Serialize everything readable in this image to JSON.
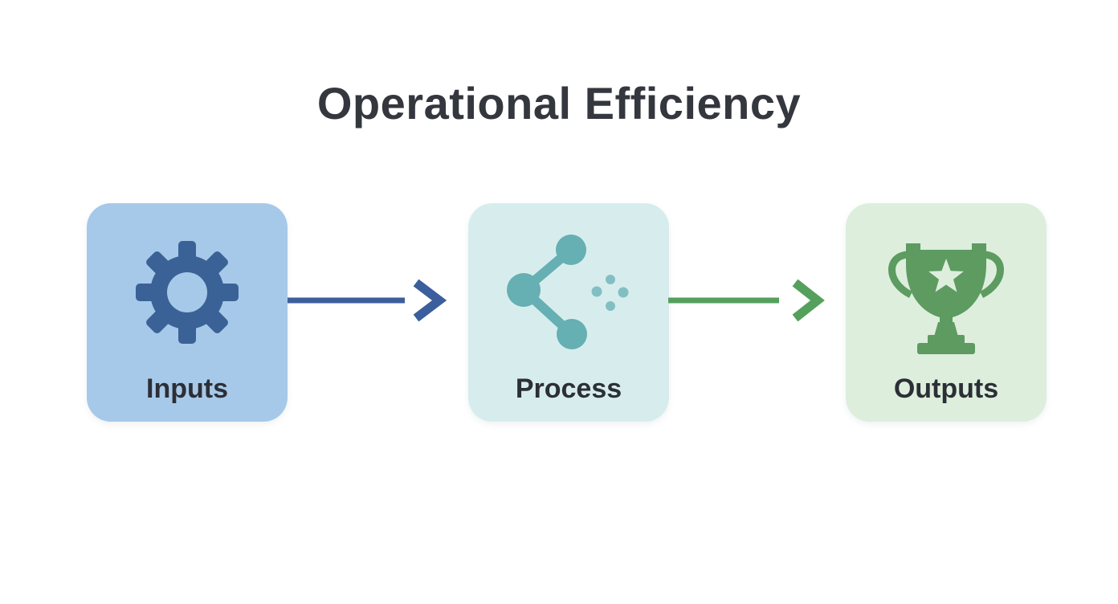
{
  "title": "Operational Efficiency",
  "colors": {
    "background": "#fdfdfc",
    "title_text": "#34373e",
    "label_text": "#2c2f36",
    "inputs_box_bg": "#a7c9e9",
    "inputs_icon": "#3b6297",
    "process_box_bg": "#d7eded",
    "process_icon": "#66afb3",
    "process_dots": "#82bfc3",
    "outputs_box_bg": "#ddeedd",
    "outputs_icon": "#5d9b61",
    "arrow_inputs_to_process": "#3b5e9d",
    "arrow_process_to_outputs": "#55a05c"
  },
  "diagram": {
    "nodes": [
      {
        "id": "inputs",
        "label": "Inputs",
        "icon": "gear-icon"
      },
      {
        "id": "process",
        "label": "Process",
        "icon": "share-network-icon"
      },
      {
        "id": "outputs",
        "label": "Outputs",
        "icon": "trophy-icon"
      }
    ],
    "connectors": [
      {
        "from": "inputs",
        "to": "process",
        "direction": "right"
      },
      {
        "from": "process",
        "to": "outputs",
        "direction": "right"
      }
    ]
  }
}
